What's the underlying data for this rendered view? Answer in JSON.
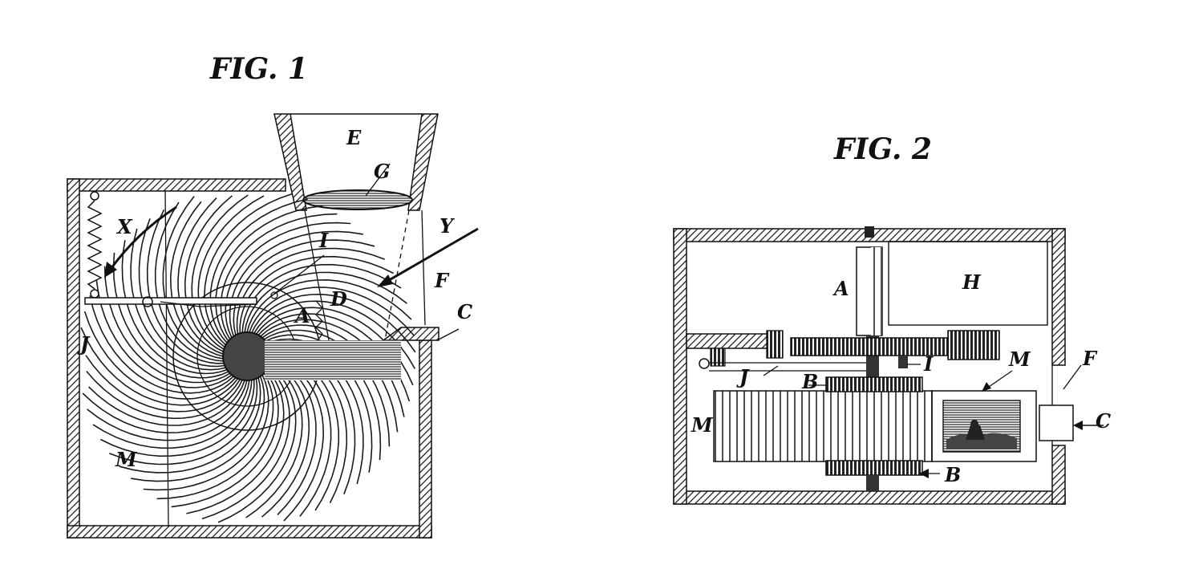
{
  "figures": [
    {
      "caption": "FIG. 1",
      "labels": {
        "E": "E",
        "G": "G",
        "X": "X",
        "Y": "Y",
        "I": "I",
        "D": "D",
        "F": "F",
        "A": "A",
        "C": "C",
        "J": "J",
        "M": "M"
      }
    },
    {
      "caption": "FIG. 2",
      "labels": {
        "A": "A",
        "H": "H",
        "M_top": "M",
        "F": "F",
        "I": "I",
        "J": "J",
        "B_top": "B",
        "M_left": "M",
        "C": "C",
        "B_bottom": "B"
      }
    }
  ],
  "colors": {
    "ink": "#111111",
    "paper": "#ffffff"
  }
}
